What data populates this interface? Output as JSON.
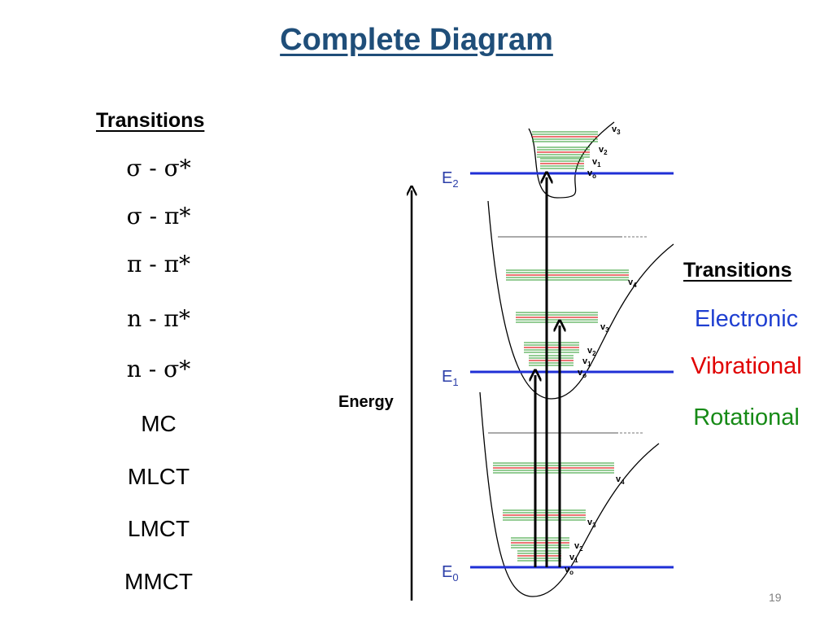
{
  "slide": {
    "title": "Complete Diagram",
    "page_number": "19"
  },
  "left_panel": {
    "heading": "Transitions",
    "items": [
      {
        "text": "σ - σ*",
        "style": "serif"
      },
      {
        "text": "σ - π*",
        "style": "serif"
      },
      {
        "text": "π - π*",
        "style": "serif"
      },
      {
        "text": "n - π*",
        "style": "sans-serif"
      },
      {
        "text": "n - σ*",
        "style": "sans-serif"
      },
      {
        "text": "MC",
        "style": "sans-serif"
      },
      {
        "text": "MLCT",
        "style": "sans-serif"
      },
      {
        "text": "LMCT",
        "style": "sans-serif"
      },
      {
        "text": "MMCT",
        "style": "sans-serif"
      }
    ]
  },
  "right_panel": {
    "heading": "Transitions",
    "legend": [
      {
        "label": "Electronic",
        "color": "#1f3fd1"
      },
      {
        "label": "Vibrational",
        "color": "#e00000"
      },
      {
        "label": "Rotational",
        "color": "#168a16"
      }
    ]
  },
  "diagram": {
    "axis_label": "Energy",
    "electronic_levels": [
      {
        "name": "E",
        "sub": "0"
      },
      {
        "name": "E",
        "sub": "1"
      },
      {
        "name": "E",
        "sub": "2"
      }
    ],
    "vibrational_labels": [
      "v",
      "v",
      "v",
      "v",
      "v"
    ],
    "vibrational_subs": [
      "o",
      "1",
      "2",
      "3",
      "4"
    ],
    "colors": {
      "electronic": "#1f2fd6",
      "vibrational": "#e02020",
      "rotational": "#2a9a2a",
      "curve": "#000000"
    }
  }
}
